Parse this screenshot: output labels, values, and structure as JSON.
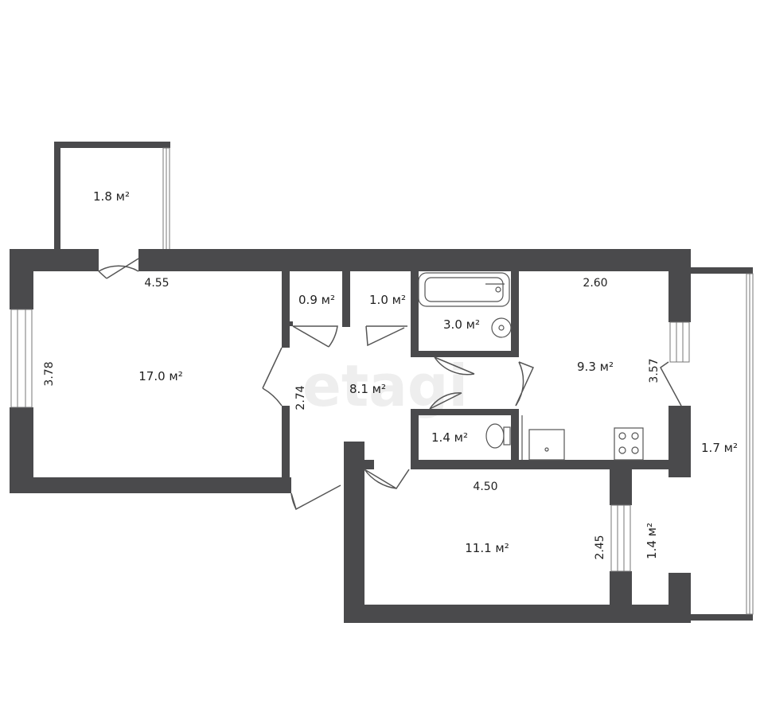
{
  "watermark": "etagi",
  "rooms": [
    {
      "id": "balcony-top",
      "area": "1.8 м²"
    },
    {
      "id": "living-room",
      "area": "17.0 м²"
    },
    {
      "id": "storage-1",
      "area": "0.9 м²"
    },
    {
      "id": "storage-2",
      "area": "1.0 м²"
    },
    {
      "id": "bathroom",
      "area": "3.0 м²"
    },
    {
      "id": "hallway",
      "area": "8.1 м²"
    },
    {
      "id": "toilet",
      "area": "1.4 м²"
    },
    {
      "id": "kitchen",
      "area": "9.3 м²"
    },
    {
      "id": "balcony-right",
      "area": "1.7 м²"
    },
    {
      "id": "bedroom",
      "area": "11.1 м²"
    },
    {
      "id": "loggia-small",
      "area": "1.4 м²"
    }
  ],
  "dimensions": {
    "living_width": "4.55",
    "living_height": "3.78",
    "hall_height": "2.74",
    "kitchen_width": "2.60",
    "kitchen_height": "3.57",
    "bedroom_width": "4.50",
    "bedroom_height": "2.45"
  }
}
